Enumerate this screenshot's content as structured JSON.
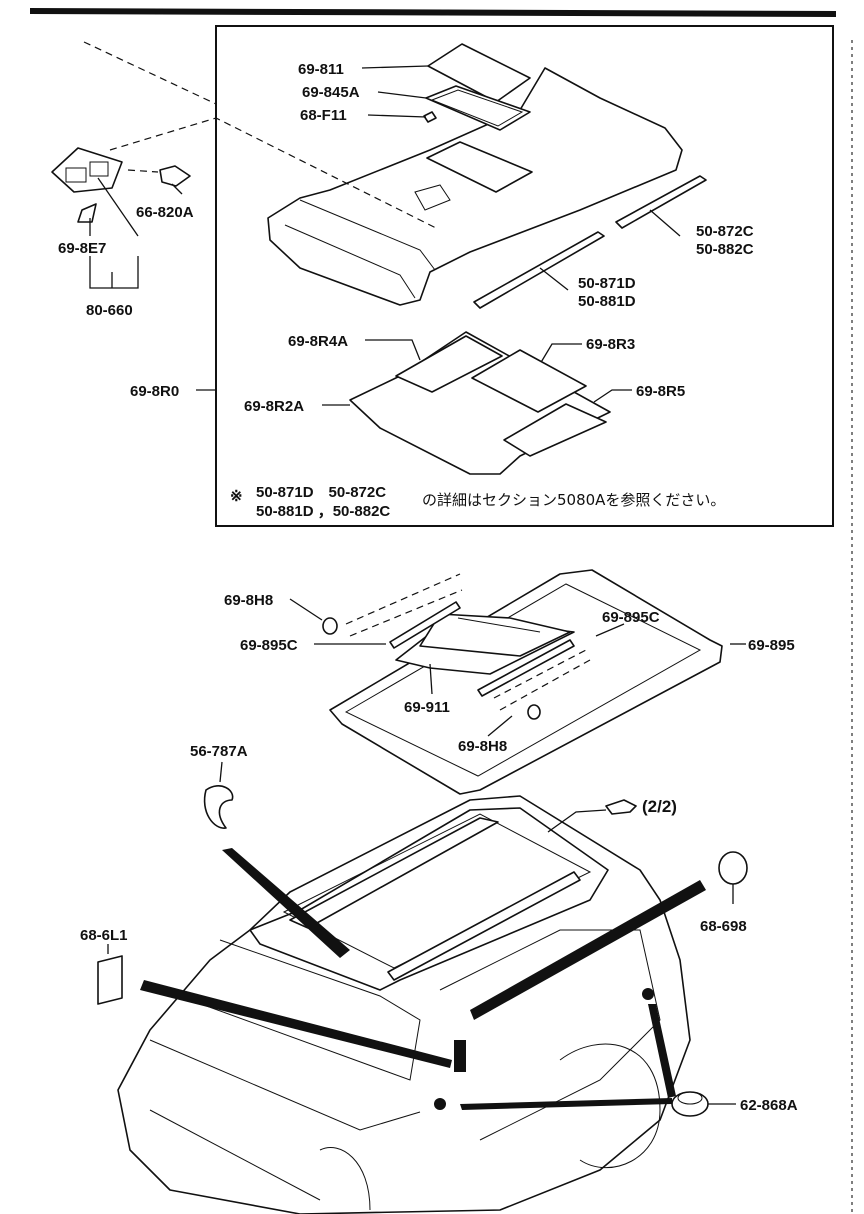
{
  "diagram": {
    "callouts": [
      {
        "id": "c1",
        "text": "69-811"
      },
      {
        "id": "c2",
        "text": "69-845A"
      },
      {
        "id": "c3",
        "text": "68-F11"
      },
      {
        "id": "c4",
        "text": "66-820A"
      },
      {
        "id": "c5",
        "text": "69-8E7"
      },
      {
        "id": "c6",
        "text": "80-660"
      },
      {
        "id": "c7",
        "text": "50-872C"
      },
      {
        "id": "c8",
        "text": "50-882C"
      },
      {
        "id": "c9",
        "text": "50-871D"
      },
      {
        "id": "c10",
        "text": "50-881D"
      },
      {
        "id": "c11",
        "text": "69-8R4A"
      },
      {
        "id": "c12",
        "text": "69-8R3"
      },
      {
        "id": "c13",
        "text": "69-8R0"
      },
      {
        "id": "c14",
        "text": "69-8R2A"
      },
      {
        "id": "c15",
        "text": "69-8R5"
      },
      {
        "id": "c16",
        "text": "69-8H8"
      },
      {
        "id": "c17",
        "text": "69-895C"
      },
      {
        "id": "c18",
        "text": "69-895C"
      },
      {
        "id": "c19",
        "text": "69-895"
      },
      {
        "id": "c20",
        "text": "69-911"
      },
      {
        "id": "c21",
        "text": "69-8H8"
      },
      {
        "id": "c22",
        "text": "56-787A"
      },
      {
        "id": "c23",
        "text": "(2/2)"
      },
      {
        "id": "c24",
        "text": "68-6L1"
      },
      {
        "id": "c25",
        "text": "68-698"
      },
      {
        "id": "c26",
        "text": "62-868A"
      }
    ],
    "note": {
      "mark": "※",
      "line1_codes": "50-871D　50-872C",
      "line2_codes": "50-881D ，50-882C",
      "text_jp": "の詳細はセクション5080Aを参照ください。"
    }
  }
}
